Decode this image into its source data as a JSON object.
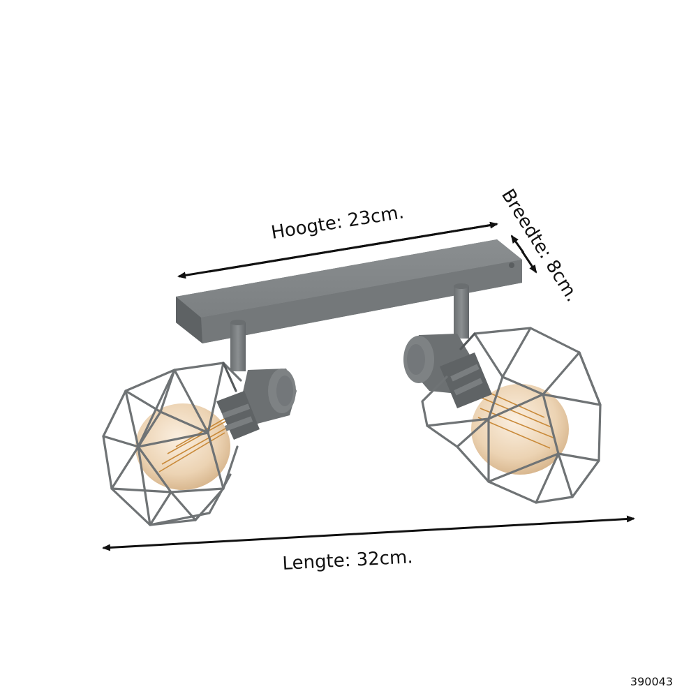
{
  "dimensions": {
    "height_label": "Hoogte: 23cm.",
    "width_label": "Breedte: 8cm.",
    "length_label": "Lengte: 32cm."
  },
  "product": {
    "code": "390043"
  },
  "colors": {
    "metal": "#7a7e80",
    "metal_dark": "#5f6365",
    "bulb": "#f2dcc0",
    "filament": "#c98a3a"
  }
}
